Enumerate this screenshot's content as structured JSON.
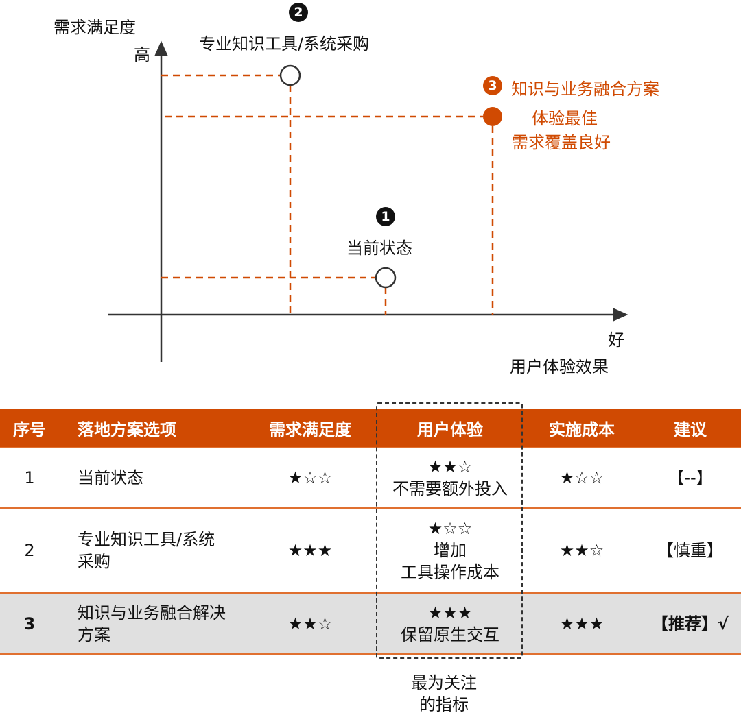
{
  "diagram": {
    "y_axis_title": "需求满足度",
    "y_axis_high": "高",
    "x_axis_high": "好",
    "x_axis_title": "用户体验效果",
    "points": [
      {
        "badge": "1",
        "label": "当前状态",
        "experience": 0.44,
        "satisfaction": 0.14
      },
      {
        "badge": "2",
        "label": "专业知识工具/系统采购",
        "experience": 0.27,
        "satisfaction": 0.89
      },
      {
        "badge": "3",
        "label": "知识与业务融合方案",
        "note1": "体验最佳",
        "note2": "需求覆盖良好",
        "experience": 0.71,
        "satisfaction": 0.75
      }
    ],
    "accent_color": "#d04a02"
  },
  "table": {
    "headers": [
      "序号",
      "落地方案选项",
      "需求满足度",
      "用户体验",
      "实施成本",
      "建议"
    ],
    "rows": [
      {
        "no": "1",
        "option": "当前状态",
        "satisfaction": "★☆☆",
        "ux_stars": "★★☆",
        "ux_note1": "不需要额外投入",
        "ux_note2": "",
        "cost": "★☆☆",
        "advice": "【--】"
      },
      {
        "no": "2",
        "option": "专业知识工具/系统采购",
        "satisfaction": "★★★",
        "ux_stars": "★☆☆",
        "ux_note1": "增加",
        "ux_note2": "工具操作成本",
        "cost": "★★☆",
        "advice": "【慎重】"
      },
      {
        "no": "3",
        "option": "知识与业务融合解决方案",
        "satisfaction": "★★☆",
        "ux_stars": "★★★",
        "ux_note1": "保留原生交互",
        "ux_note2": "",
        "cost": "★★★",
        "advice": "【推荐】√"
      }
    ],
    "focus_note_line1": "最为关注",
    "focus_note_line2": "的指标"
  }
}
